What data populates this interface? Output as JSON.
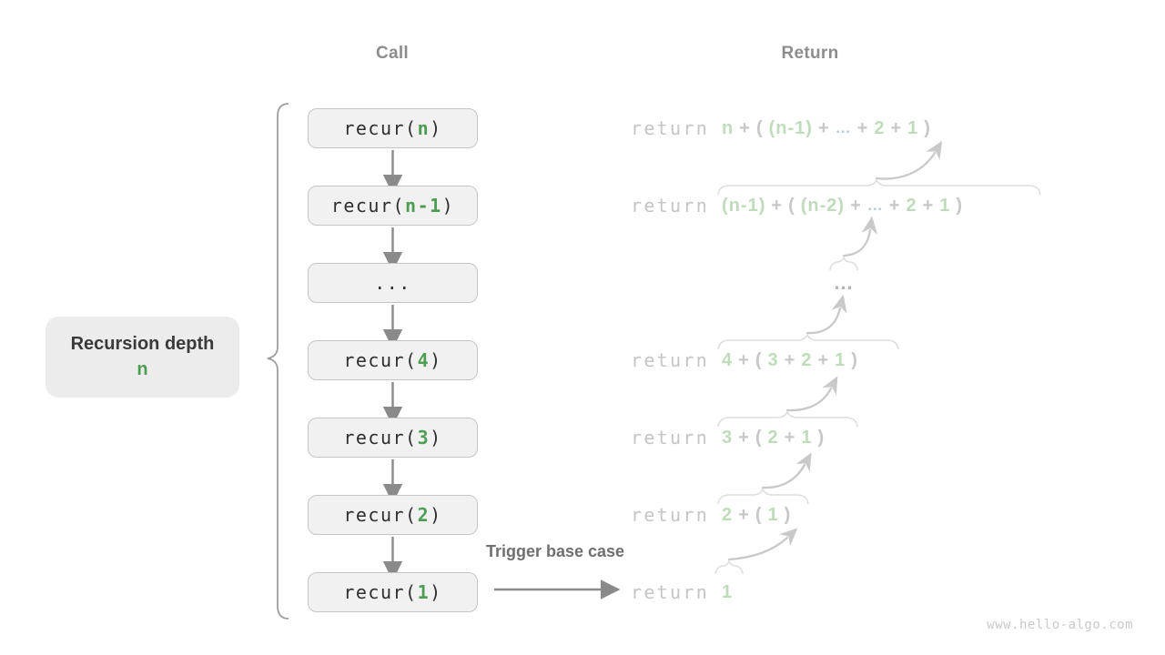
{
  "colors": {
    "green-dark": "#4d9e52",
    "green-pale": "#bedcba",
    "blue-pale": "#aecdd6",
    "box-fill": "#f1f1f1",
    "box-border": "#c5c5c5",
    "box-text": "#2e2e2e",
    "header-gray": "#8d8d8d",
    "trigger-gray": "#6f6f6f",
    "label-fill": "#ececec",
    "keyword-gray": "#c5c5c5",
    "op-gray": "#c7c7c7",
    "arrow-dark": "#8a8a8a",
    "arrow-light": "#c9c9c9",
    "overbrace-gray": "#dedede",
    "brace-gray": "#9e9e9e",
    "watermark-gray": "#c9c9c9"
  },
  "headers": {
    "call": "Call",
    "return": "Return"
  },
  "depth_label": {
    "title": "Recursion depth",
    "value": "n"
  },
  "trigger_label": "Trigger base case",
  "watermark": "www.hello-algo.com",
  "call_stack": [
    {
      "pre": "recur(",
      "arg": "n",
      "post": ")"
    },
    {
      "pre": "recur(",
      "arg": "n-1",
      "post": ")"
    },
    {
      "pre": "...",
      "arg": "",
      "post": ""
    },
    {
      "pre": "recur(",
      "arg": "4",
      "post": ")"
    },
    {
      "pre": "recur(",
      "arg": "3",
      "post": ")"
    },
    {
      "pre": "recur(",
      "arg": "2",
      "post": ")"
    },
    {
      "pre": "recur(",
      "arg": "1",
      "post": ")"
    }
  ],
  "returns": [
    {
      "keyword": "return",
      "segments": [
        {
          "t": "n",
          "c": "g"
        },
        {
          "t": "+",
          "c": "o"
        },
        {
          "t": "(",
          "c": "o"
        },
        {
          "t": "(n-1)",
          "c": "g"
        },
        {
          "t": "+",
          "c": "o"
        },
        {
          "t": "…",
          "c": "b"
        },
        {
          "t": "+",
          "c": "o"
        },
        {
          "t": "2",
          "c": "g"
        },
        {
          "t": "+",
          "c": "o"
        },
        {
          "t": "1",
          "c": "g"
        },
        {
          "t": ")",
          "c": "o"
        }
      ]
    },
    {
      "keyword": "return",
      "segments": [
        {
          "t": "(n-1)",
          "c": "g"
        },
        {
          "t": "+",
          "c": "o"
        },
        {
          "t": "(",
          "c": "o"
        },
        {
          "t": "(n-2)",
          "c": "g"
        },
        {
          "t": "+",
          "c": "o"
        },
        {
          "t": "…",
          "c": "b"
        },
        {
          "t": "+",
          "c": "o"
        },
        {
          "t": "2",
          "c": "g"
        },
        {
          "t": "+",
          "c": "o"
        },
        {
          "t": "1",
          "c": "g"
        },
        {
          "t": ")",
          "c": "o"
        }
      ]
    },
    {
      "ellipsis": "…"
    },
    {
      "keyword": "return",
      "segments": [
        {
          "t": "4",
          "c": "g"
        },
        {
          "t": "+",
          "c": "o"
        },
        {
          "t": "(",
          "c": "o"
        },
        {
          "t": "3",
          "c": "g"
        },
        {
          "t": "+",
          "c": "o"
        },
        {
          "t": "2",
          "c": "g"
        },
        {
          "t": "+",
          "c": "o"
        },
        {
          "t": "1",
          "c": "g"
        },
        {
          "t": ")",
          "c": "o"
        }
      ]
    },
    {
      "keyword": "return",
      "segments": [
        {
          "t": "3",
          "c": "g"
        },
        {
          "t": "+",
          "c": "o"
        },
        {
          "t": "(",
          "c": "o"
        },
        {
          "t": "2",
          "c": "g"
        },
        {
          "t": "+",
          "c": "o"
        },
        {
          "t": "1",
          "c": "g"
        },
        {
          "t": ")",
          "c": "o"
        }
      ]
    },
    {
      "keyword": "return",
      "segments": [
        {
          "t": "2",
          "c": "g"
        },
        {
          "t": "+",
          "c": "o"
        },
        {
          "t": "(",
          "c": "o"
        },
        {
          "t": "1",
          "c": "g"
        },
        {
          "t": ")",
          "c": "o"
        }
      ]
    },
    {
      "keyword": "return",
      "segments": [
        {
          "t": "1",
          "c": "g"
        }
      ]
    }
  ]
}
